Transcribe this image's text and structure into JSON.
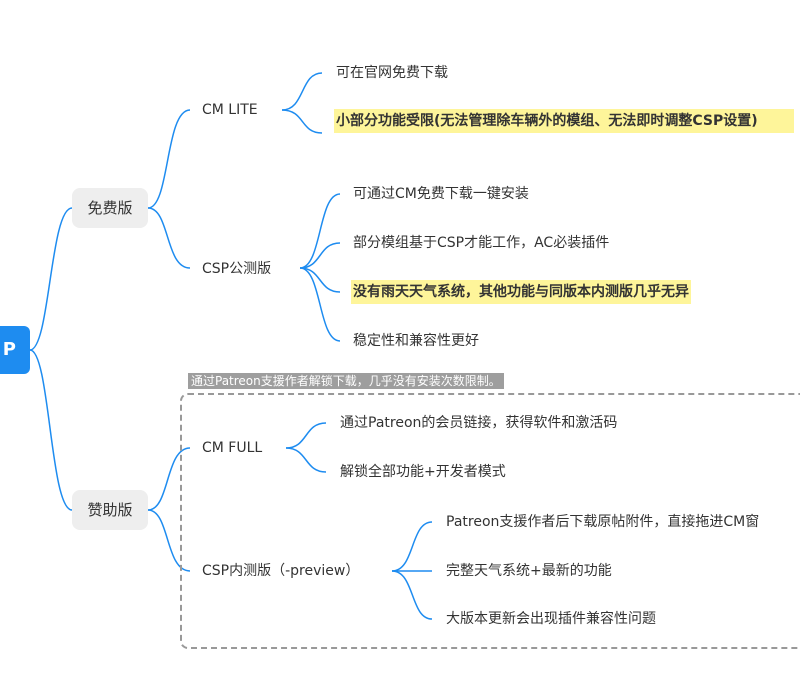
{
  "root": {
    "label": "P"
  },
  "free": {
    "label": "免费版",
    "children": [
      {
        "label": "CM LITE",
        "items": [
          "可在官网免费下载",
          "小部分功能受限(无法管理除车辆外的模组、无法即时调整CSP设置)"
        ]
      },
      {
        "label": "CSP公测版",
        "items": [
          "可通过CM免费下载一键安装",
          "部分模组基于CSP才能工作，AC必装插件",
          "没有雨天天气系统，其他功能与同版本内测版几乎无异",
          "稳定性和兼容性更好"
        ]
      }
    ]
  },
  "sponsor": {
    "label": "赞助版",
    "summary": "通过Patreon支援作者解锁下载，几乎没有安装次数限制。",
    "children": [
      {
        "label": "CM FULL",
        "items": [
          "通过Patreon的会员链接，获得软件和激活码",
          "解锁全部功能+开发者模式"
        ]
      },
      {
        "label": "CSP内测版（-preview）",
        "items": [
          "Patreon支援作者后下载原帖附件，直接拖进CM窗",
          "完整天气系统+最新的功能",
          "大版本更新会出现插件兼容性问题"
        ]
      }
    ]
  },
  "colors": {
    "line": "#1e8cf0",
    "root": "#1e8cf0",
    "highlight": "#fef59a",
    "node_bg": "#eeeeee"
  }
}
